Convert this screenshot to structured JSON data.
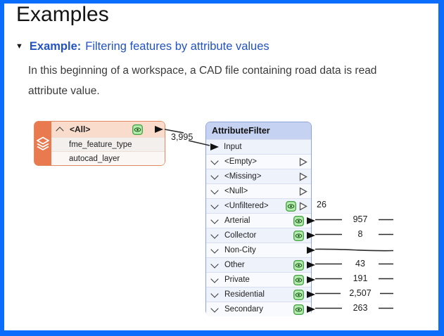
{
  "page": {
    "title": "Examples",
    "section": {
      "collapse_marker": "▼",
      "label": "Example:",
      "link": "Filtering features by attribute values"
    },
    "paragraph_line1": "In this beginning of a workspace, a CAD file containing road data is read",
    "paragraph_line2": "attribute value."
  },
  "canvas": {
    "reader_node": {
      "header_label": "<All>",
      "attributes": [
        "fme_feature_type",
        "autocad_layer"
      ]
    },
    "connection": {
      "count": "3,995"
    },
    "filter_node": {
      "title": "AttributeFilter",
      "input_label": "Input",
      "rows": [
        {
          "label": "<Empty>",
          "eye": false,
          "port": "unconnected",
          "count": ""
        },
        {
          "label": "<Missing>",
          "eye": false,
          "port": "unconnected",
          "count": ""
        },
        {
          "label": "<Null>",
          "eye": false,
          "port": "unconnected",
          "count": ""
        },
        {
          "label": "<Unfiltered>",
          "eye": true,
          "port": "unconnected",
          "count": "26"
        },
        {
          "label": "Arterial",
          "eye": true,
          "port": "connected",
          "count": "957"
        },
        {
          "label": "Collector",
          "eye": true,
          "port": "connected",
          "count": "8"
        },
        {
          "label": "Non-City",
          "eye": false,
          "port": "connected",
          "count": ""
        },
        {
          "label": "Other",
          "eye": true,
          "port": "connected",
          "count": "43"
        },
        {
          "label": "Private",
          "eye": true,
          "port": "connected",
          "count": "191"
        },
        {
          "label": "Residential",
          "eye": true,
          "port": "connected",
          "count": "2,507"
        },
        {
          "label": "Secondary",
          "eye": true,
          "port": "connected",
          "count": "263"
        }
      ]
    },
    "colors": {
      "frame_blue": "#0a6dfb",
      "link_blue": "#2352c3",
      "reader_orange": "#e97a4f",
      "reader_header_bg": "#fadccd",
      "filter_header_bg": "#c6d2f1",
      "filter_border": "#8fa3d9",
      "eye_green": "#b5edaf"
    }
  }
}
